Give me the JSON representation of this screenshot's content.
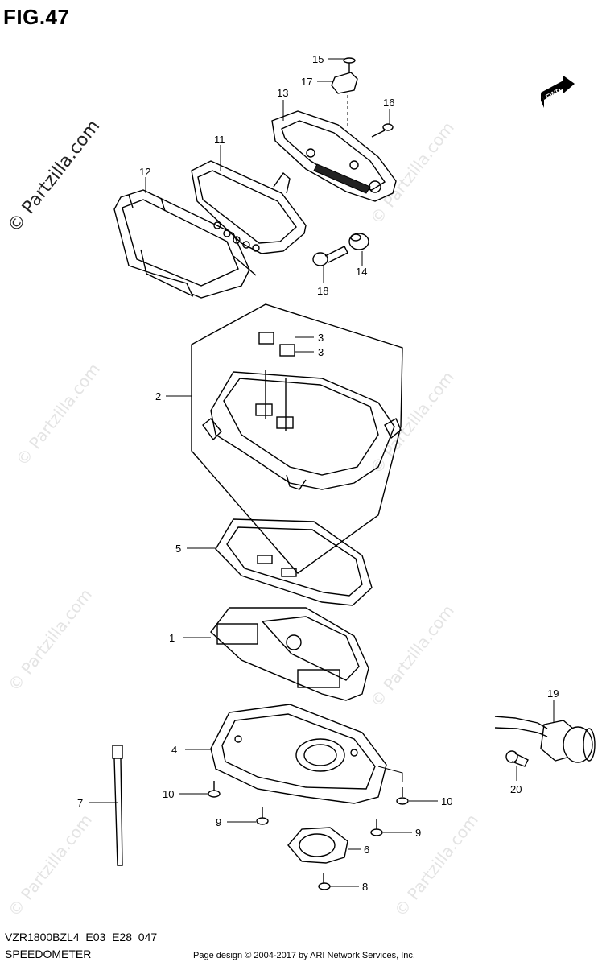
{
  "figure": {
    "title": "FIG.47",
    "code": "VZR1800BZL4_E03_E28_047",
    "name": "SPEEDOMETER"
  },
  "copyright": "Page design © 2004-2017 by ARI Network Services, Inc.",
  "watermark_main": "© Partzilla.com",
  "watermark_faint": "© Partzilla.com",
  "fwd_label": "FWD",
  "callouts": [
    "1",
    "2",
    "3",
    "3",
    "4",
    "5",
    "6",
    "7",
    "8",
    "9",
    "9",
    "10",
    "10",
    "11",
    "12",
    "13",
    "14",
    "15",
    "16",
    "17",
    "18",
    "19",
    "20"
  ]
}
